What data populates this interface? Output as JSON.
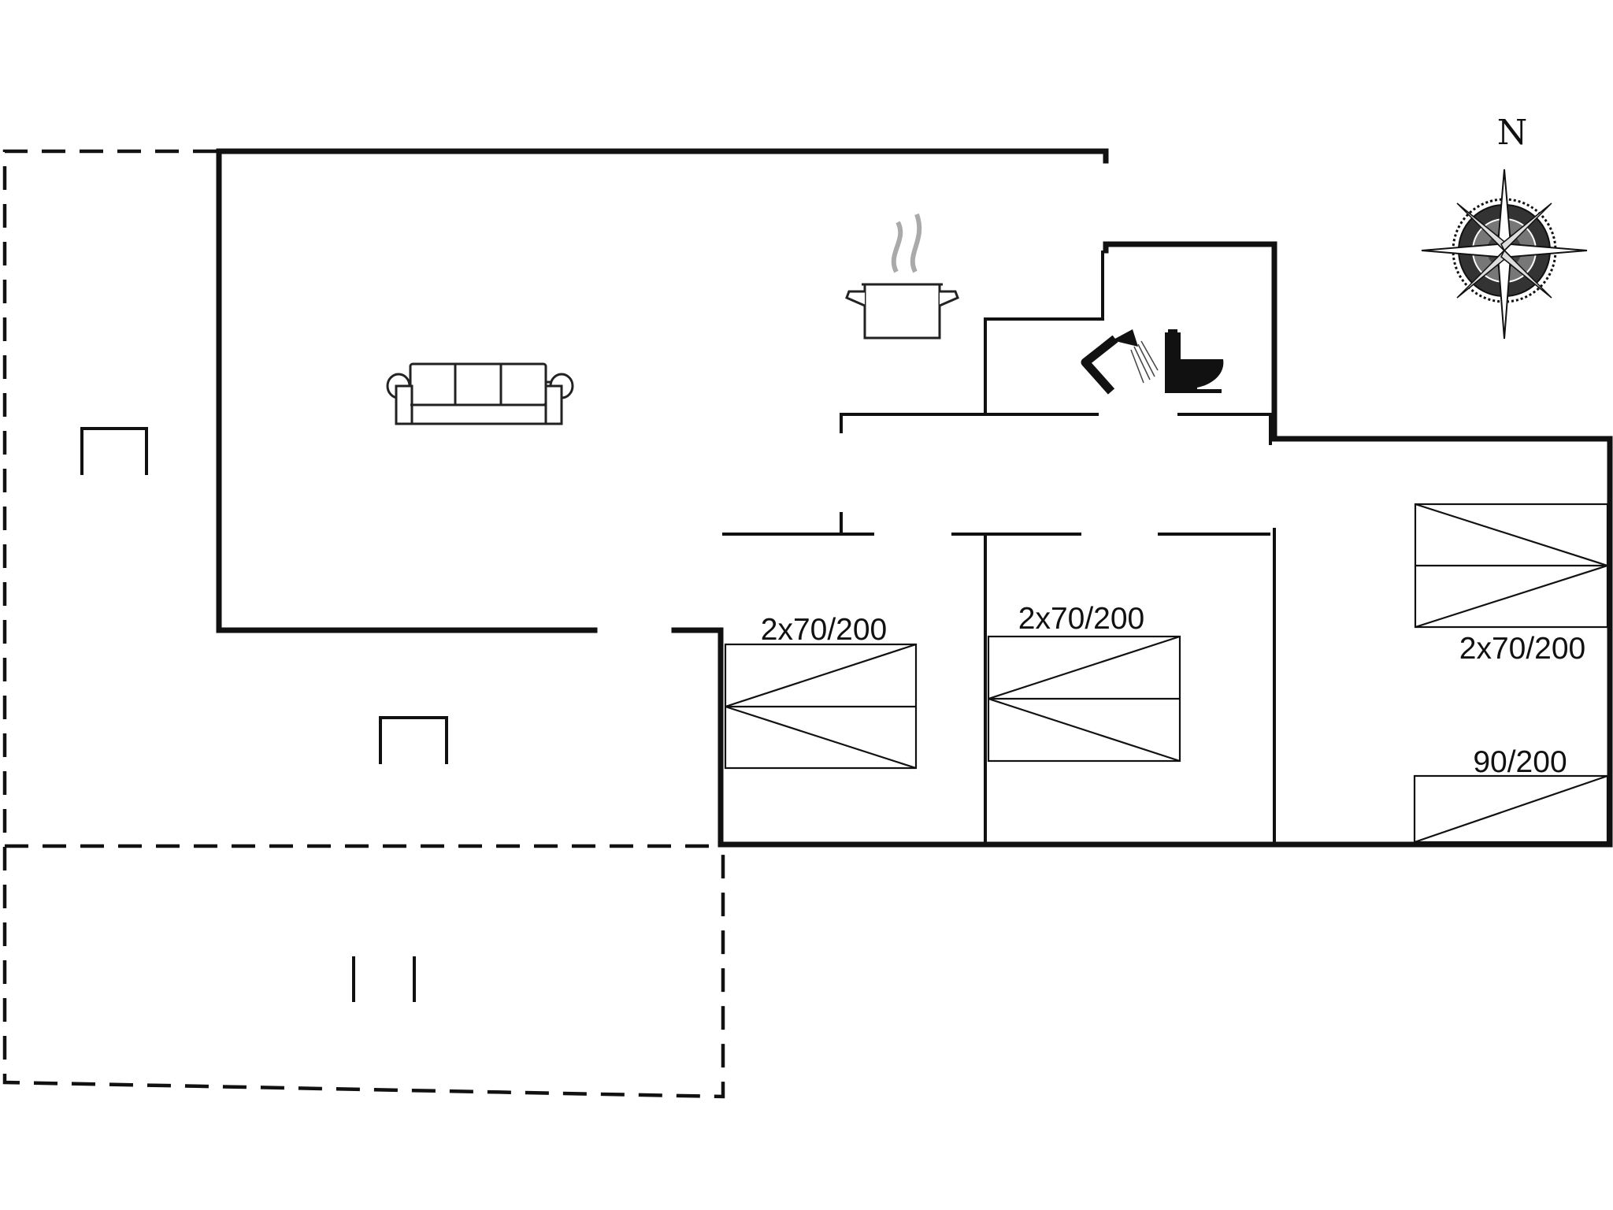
{
  "beds": [
    {
      "id": "room1",
      "label": "2x70/200"
    },
    {
      "id": "room2",
      "label": "2x70/200"
    },
    {
      "id": "room3",
      "label": "2x70/200"
    },
    {
      "id": "room4",
      "label": "90/200"
    }
  ],
  "compass": {
    "north_label": "N"
  },
  "icons": [
    "sofa-icon",
    "cooking-pot-icon",
    "shower-icon",
    "toilet-icon",
    "compass-rose-icon"
  ]
}
